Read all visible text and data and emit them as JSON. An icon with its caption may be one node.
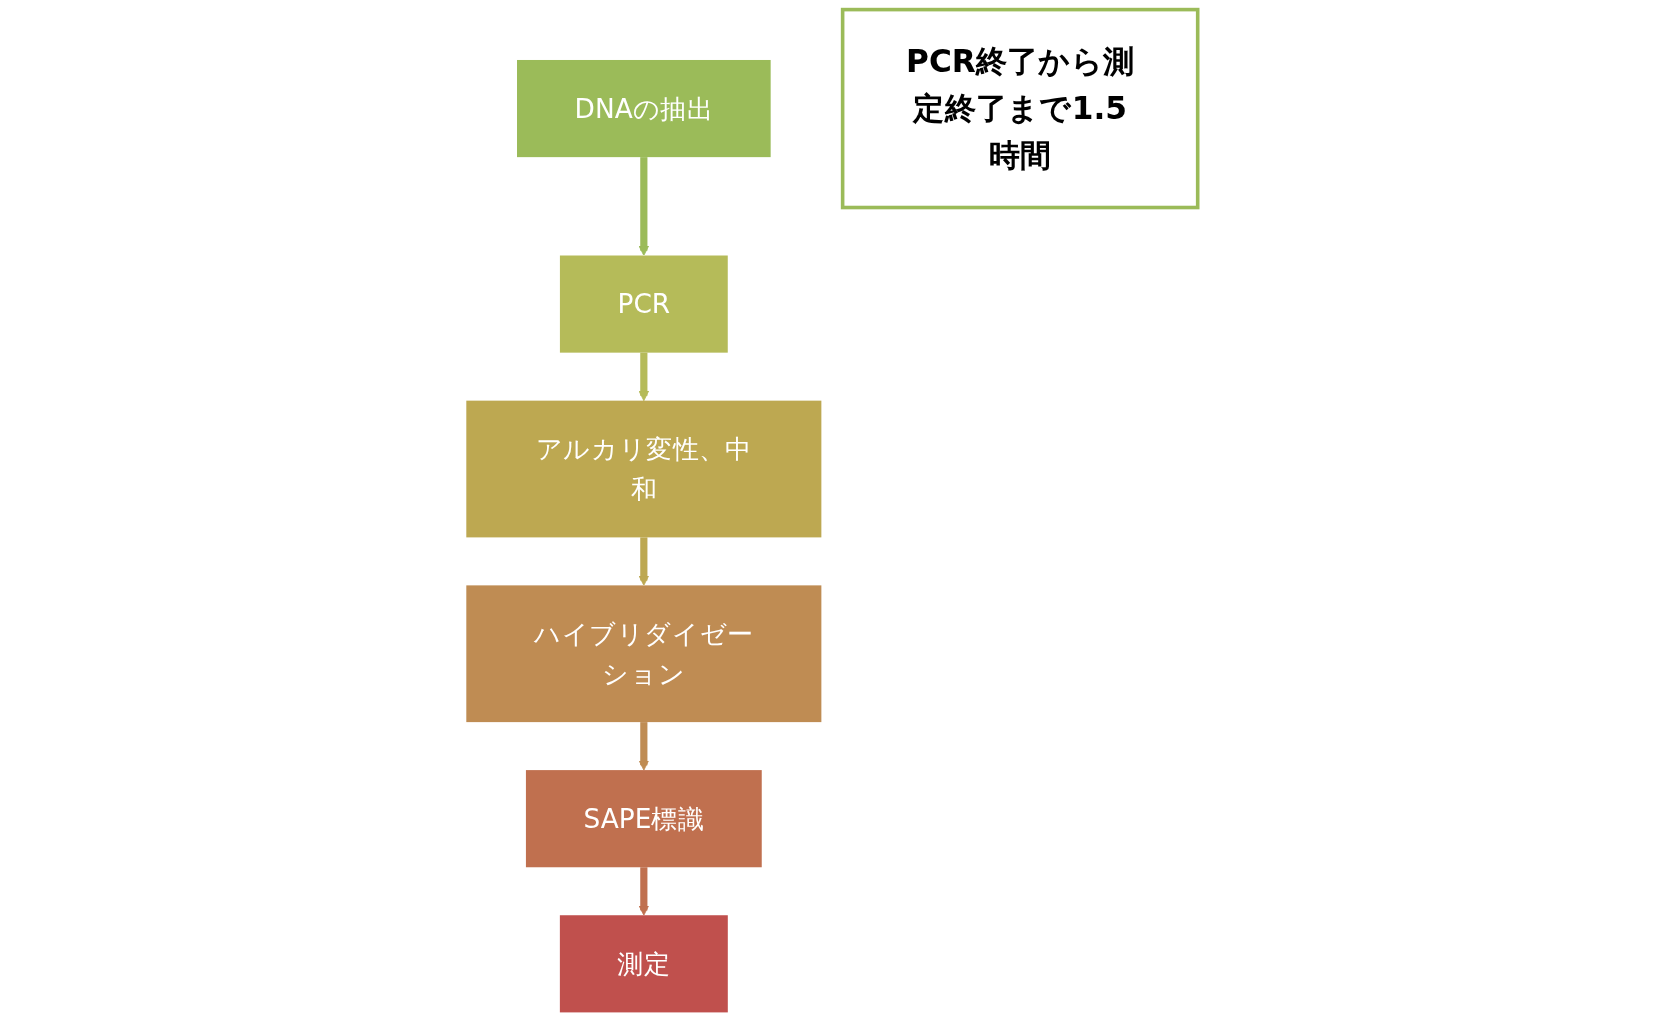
{
  "diagram": {
    "nodes": [
      {
        "text": [
          "DNAの抽出"
        ]
      },
      {
        "text": [
          "PCR"
        ]
      },
      {
        "text": [
          "アルカリ変性、中和"
        ]
      },
      {
        "text": [
          "ハイブリダイゼーション"
        ]
      },
      {
        "text": [
          "SAPE標識"
        ]
      },
      {
        "text": [
          "測定"
        ]
      },
      {
        "text": [
          "PCR終了から測定終了まで1.5時間"
        ]
      }
    ],
    "edges": [
      {
        "from": 0,
        "to": 1,
        "arrow": "to",
        "color": "#9bbb59"
      },
      {
        "from": 1,
        "to": 2,
        "arrow": "to",
        "color": "#b5bb59"
      },
      {
        "from": 2,
        "to": 3,
        "arrow": "to",
        "color": "#bda851"
      },
      {
        "from": 3,
        "to": 4,
        "arrow": "to",
        "color": "#bf8c53"
      },
      {
        "from": 4,
        "to": 5,
        "arrow": "to",
        "color": "#c0704f"
      }
    ]
  }
}
